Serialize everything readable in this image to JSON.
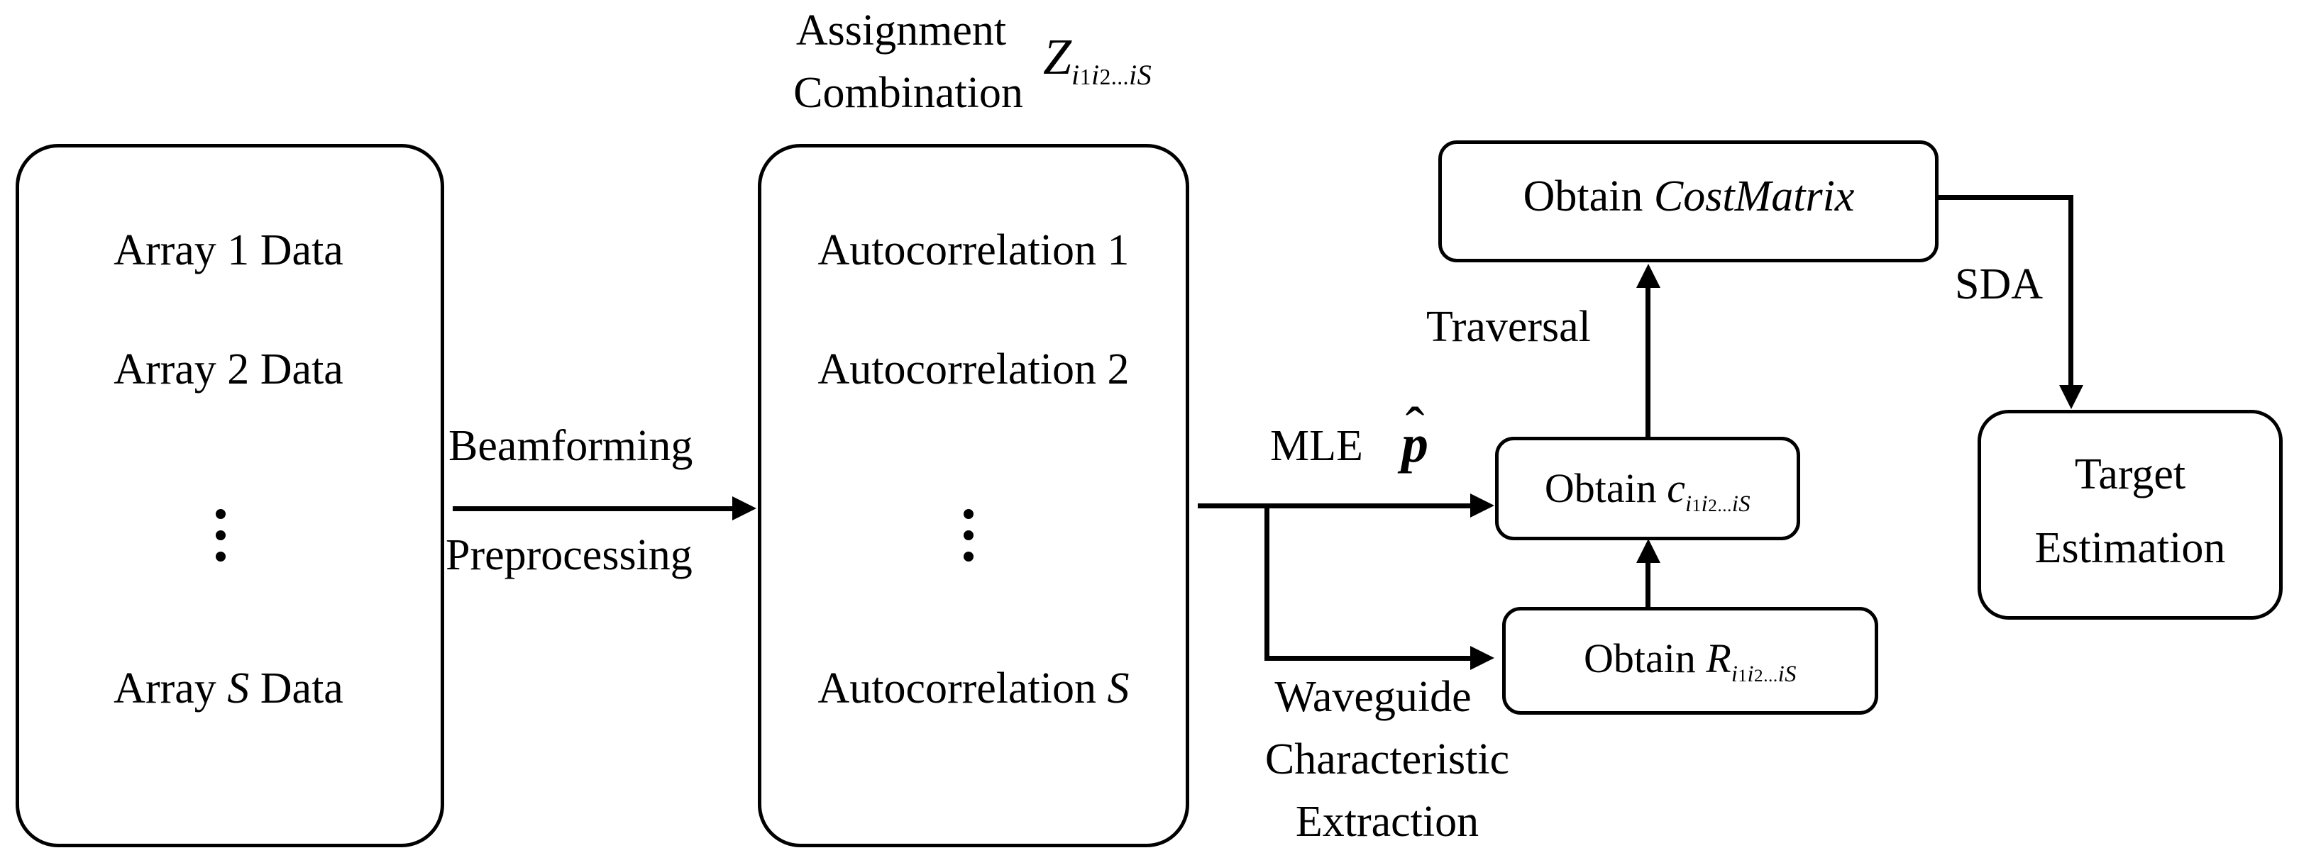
{
  "diagram": {
    "title_label": {
      "line1": "Assignment",
      "line2": "Combination",
      "symbol_base": "Z",
      "symbol_sub_i1": "i",
      "symbol_sub_1": "1",
      "symbol_sub_i2": "i",
      "symbol_sub_2": "2",
      "symbol_sub_dots": "...",
      "symbol_sub_iS": "i",
      "symbol_sub_S": "S"
    },
    "array_box": {
      "row1": "Array 1 Data",
      "row2": "Array 2 Data",
      "ellipsis": "⋮",
      "row_last_prefix": "Array ",
      "row_last_var": "S",
      "row_last_suffix": " Data"
    },
    "autocorrelation_box": {
      "row1": "Autocorrelation 1",
      "row2": "Autocorrelation 2",
      "ellipsis": "⋮",
      "row_last_prefix": "Autocorrelation ",
      "row_last_var": "S"
    },
    "beamforming_arrow": {
      "label_above": "Beamforming",
      "label_below": "Preprocessing"
    },
    "mle_arrow": {
      "label": "MLE",
      "symbol_base": "p",
      "symbol_hat": "ˆ"
    },
    "waveguide_arrow": {
      "line1": "Waveguide",
      "line2": "Characteristic",
      "line3": "Extraction"
    },
    "cost_matrix_box": {
      "prefix": "Obtain ",
      "italic_term": "CostMatrix"
    },
    "obtain_c_box": {
      "prefix": "Obtain ",
      "symbol_base": "c",
      "sub_i1": "i",
      "sub_1": "1",
      "sub_i2": "i",
      "sub_2": "2",
      "sub_dots": "...",
      "sub_iS": "i",
      "sub_S": "S"
    },
    "obtain_r_box": {
      "prefix": "Obtain ",
      "symbol_base": "R",
      "sub_i1": "i",
      "sub_1": "1",
      "sub_i2": "i",
      "sub_2": "2",
      "sub_dots": "...",
      "sub_iS": "i",
      "sub_S": "S"
    },
    "traversal_arrow": {
      "label": "Traversal"
    },
    "sda_arrow": {
      "label": "SDA"
    },
    "target_estimation_box": {
      "line1": "Target",
      "line2": "Estimation"
    },
    "colors": {
      "stroke": "#000000",
      "background": "#ffffff",
      "text": "#000000"
    }
  }
}
